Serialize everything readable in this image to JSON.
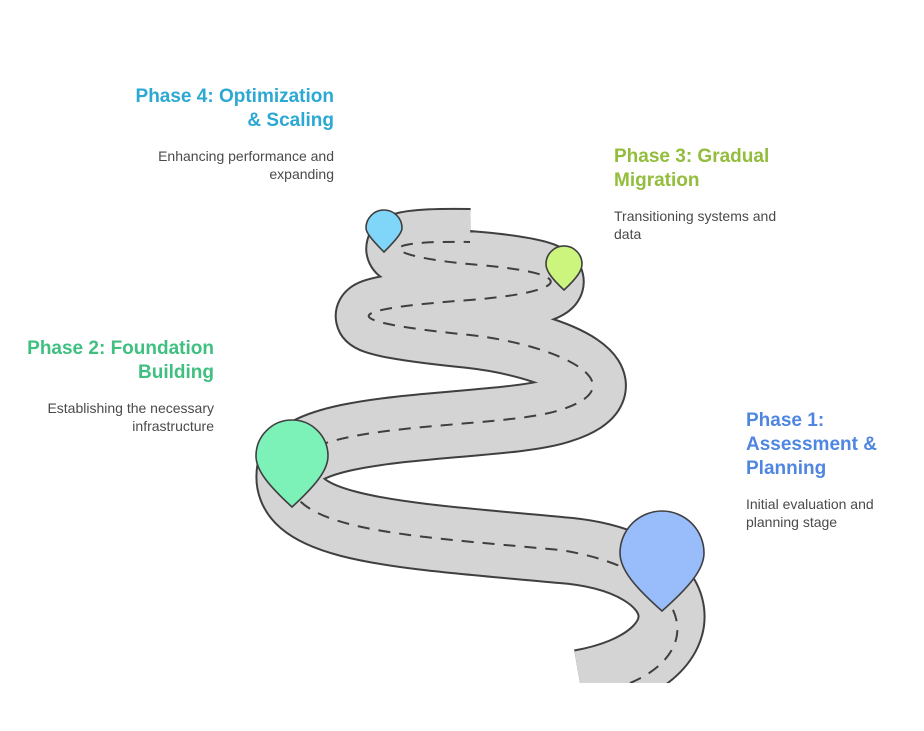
{
  "phases": [
    {
      "id": "p4",
      "title": "Phase 4: Optimization & Scaling",
      "description": "Enhancing performance and expanding",
      "color": "#2ba8d3",
      "pin_color": "#7fd6f8"
    },
    {
      "id": "p3",
      "title": "Phase 3: Gradual Migration",
      "description": "Transitioning systems and data",
      "color": "#93bd3c",
      "pin_color": "#ccf57e"
    },
    {
      "id": "p2",
      "title": "Phase 2: Foundation Building",
      "description": "Establishing the necessary infrastructure",
      "color": "#3fbf80",
      "pin_color": "#7df2b8"
    },
    {
      "id": "p1",
      "title": "Phase 1: Assessment & Planning",
      "description": "Initial evaluation and planning stage",
      "color": "#4f86e0",
      "pin_color": "#99bdfb"
    }
  ],
  "colors": {
    "road_fill": "#d4d4d4",
    "road_edge": "#3f3f3f",
    "dash": "#3f3f3f"
  }
}
